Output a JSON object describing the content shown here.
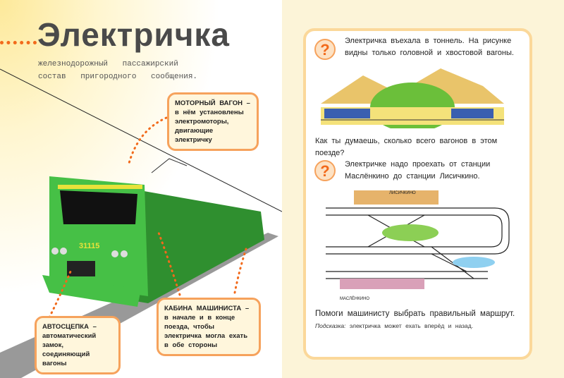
{
  "left_page": {
    "title": "Электричка",
    "subtitle": "железнодорожный пассажирский состав пригородного сообщения.",
    "train_number": "31115",
    "callouts": [
      {
        "heading": "МОТОРНЫЙ ВАГОН –",
        "text": "в нём установлены электромоторы, двигающие электричку"
      },
      {
        "heading": "КАБИНА МАШИНИСТА –",
        "text": "в начале и в конце поезда, чтобы электричка могла ехать в обе стороны"
      },
      {
        "heading": "АВТОСЦЕПКА –",
        "text": "автоматический замок, соединяющий вагоны"
      }
    ]
  },
  "right_page": {
    "q_icon": "?",
    "question1": "Электричка въехала в тоннель. На рисунке видны только головной и хвостовой вагоны.",
    "question1_followup": "Как ты думаешь, сколько всего вагонов в этом поезде?",
    "question2": "Электричке надо проехать от станции Маслёнкино до станции Лисичкино.",
    "station_top": "ЛИСИЧКИНО",
    "station_bottom": "МАСЛЁНКИНО",
    "instruction": "Помоги машинисту выбрать правильный маршрут.",
    "hint_label": "Подсказка:",
    "hint_text": "электричка может ехать вперёд и назад."
  },
  "colors": {
    "accent": "#f26a1b",
    "callout_border": "#f6a25c",
    "train": "#3db53d",
    "page_bg": "#fcf4d8"
  }
}
